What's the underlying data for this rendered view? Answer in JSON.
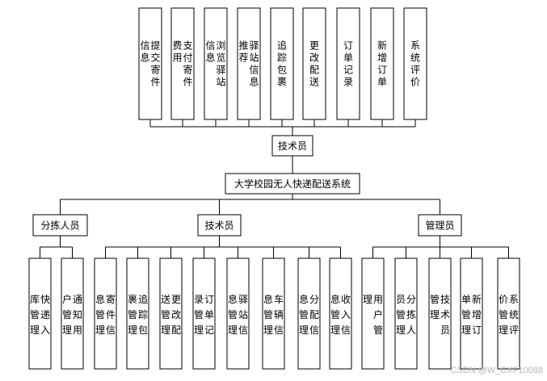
{
  "diagram": {
    "root": "大学校园无人快递配送系统",
    "top_branch": {
      "label": "技术员",
      "children": [
        "提交寄件信息",
        "支付寄件费用",
        "浏览驿站信息",
        "驿站信息推荐",
        "追踪包裹",
        "更改配送",
        "订单记录",
        "新增订单",
        "系统评价"
      ]
    },
    "bottom_branches": [
      {
        "label": "分拣人员",
        "children": [
          "快递入库管理",
          "通知用户管理"
        ]
      },
      {
        "label": "技术员",
        "children": [
          "寄件信息管理",
          "追踪包裹管理",
          "更改配送管理",
          "订单记录管理",
          "驿站信息管理",
          "车辆信息管理",
          "分配信息管理",
          "收入信息管理"
        ]
      },
      {
        "label": "管理员",
        "children": [
          "用户管理",
          "分拣人员管理",
          "技术员管理",
          "新增订单管理",
          "系统评价管理"
        ]
      }
    ]
  },
  "watermark": "CSDN @W_CXF10088"
}
